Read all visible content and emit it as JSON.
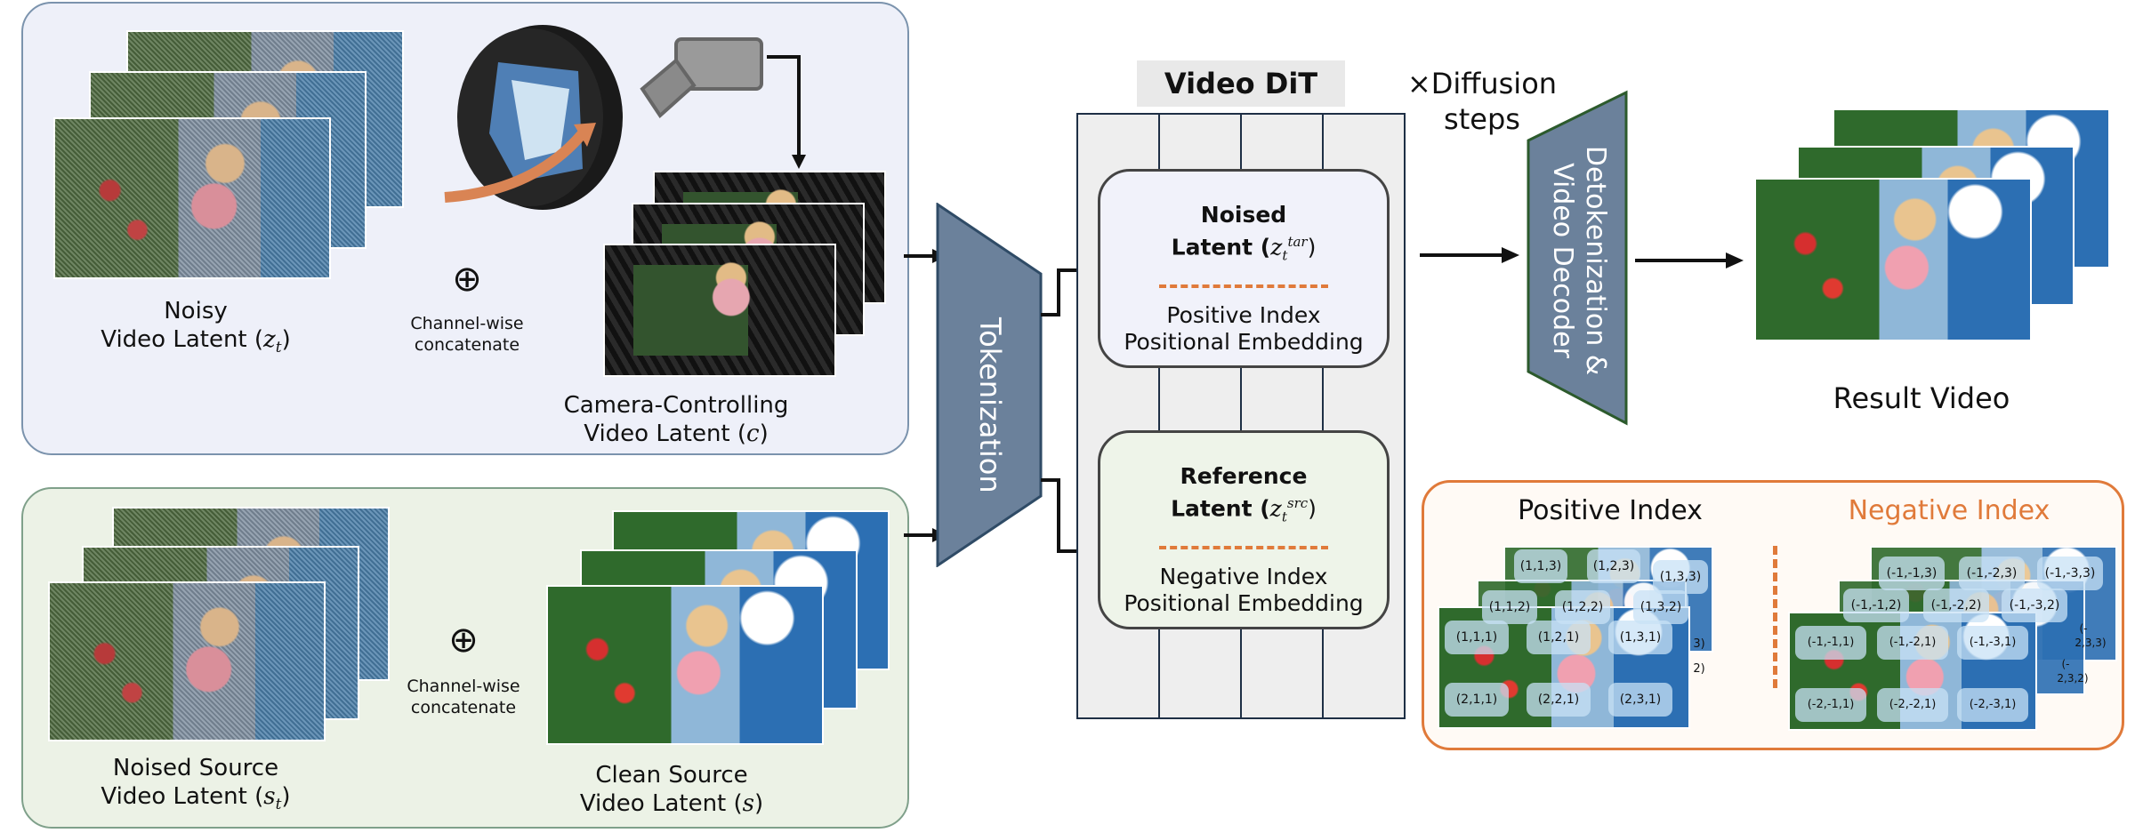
{
  "panels": {
    "noisy_video_label_line1": "Noisy",
    "noisy_video_label_line2": "Video Latent (",
    "noisy_video_math": "z",
    "noisy_video_math_sub": "t",
    "camera_label_line1": "Camera-Controlling",
    "camera_label_line2": "Video Latent (",
    "camera_math": "c",
    "concat_top_line1": "Channel-wise",
    "concat_top_line2": "concatenate",
    "noised_source_line1": "Noised Source",
    "noised_source_line2": "Video Latent (",
    "noised_source_math": "s",
    "noised_source_math_sub": "t",
    "clean_source_line1": "Clean Source",
    "clean_source_line2": "Video Latent (",
    "clean_source_math": "s",
    "concat_bot_line1": "Channel-wise",
    "concat_bot_line2": "concatenate",
    "oplus": "⊕",
    "close_paren": ")"
  },
  "tokenization": {
    "label": "Tokenization",
    "fill": "#6b819b"
  },
  "dit": {
    "title": "Video DiT",
    "diffusion_line1": "×Diffusion",
    "diffusion_line2": "steps",
    "noised_title1": "Noised",
    "noised_title2": "Latent (",
    "noised_math": "z",
    "noised_sub": "t",
    "noised_sup": "tar",
    "noised_desc1": "Positive Index",
    "noised_desc2": "Positional Embedding",
    "ref_title1": "Reference",
    "ref_title2": "Latent (",
    "ref_math": "z",
    "ref_sub": "t",
    "ref_sup": "src",
    "ref_desc1": "Negative Index",
    "ref_desc2": "Positional Embedding"
  },
  "decoder": {
    "label_line1": "Detokenization &",
    "label_line2": "Video Decoder",
    "fill": "#6b819b",
    "stroke": "#2c5a2c"
  },
  "result": {
    "label": "Result Video"
  },
  "index_panel": {
    "positive_title": "Positive Index",
    "negative_title": "Negative Index",
    "accent": "#e07a3a",
    "positive_front": [
      "(1,1,1)",
      "(1,2,1)",
      "(1,3,1)",
      "(2,1,1)",
      "(2,2,1)",
      "(2,3,1)"
    ],
    "positive_back": [
      "(1,1,2)",
      "(1,2,2)",
      "(1,3,2)",
      "(1,1,3)",
      "(1,2,3)",
      "(1,3,3)",
      "3)",
      "2)"
    ],
    "negative_front": [
      "(-1,-1,1)",
      "(-1,-2,1)",
      "(-1,-3,1)",
      "(-2,-1,1)",
      "(-2,-2,1)",
      "(-2,-3,1)"
    ],
    "negative_back": [
      "(-1,-1,2)",
      "(-1,-2,2)",
      "(-1,-3,2)",
      "(-1,-1,3)",
      "(-1,-2,3)",
      "(-1,-3,3)",
      "(-",
      "2,3,3)",
      "(-",
      "2,3,2)"
    ]
  }
}
